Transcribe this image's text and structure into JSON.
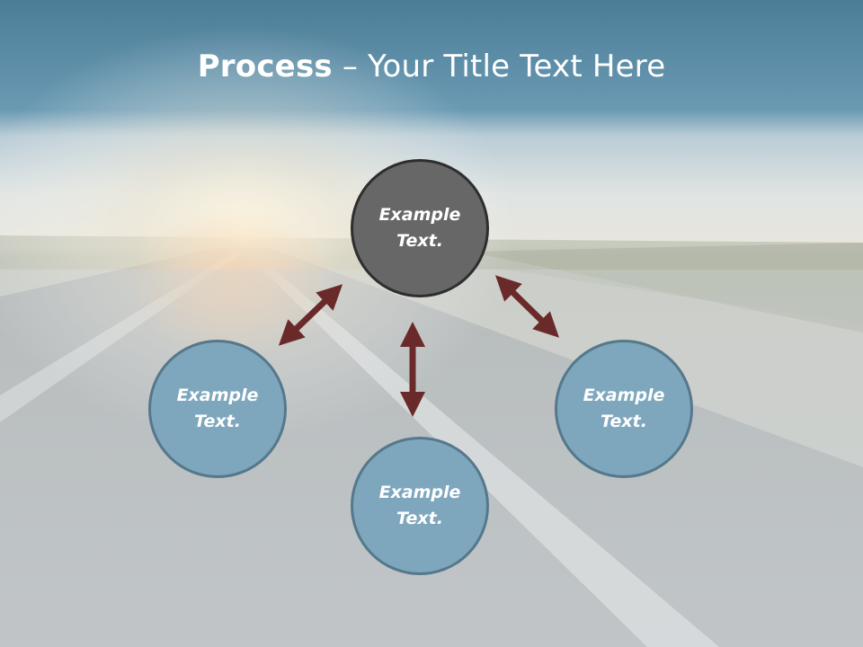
{
  "title": {
    "bold": "Process",
    "rest": " – Your Title Text Here"
  },
  "nodes": {
    "top": {
      "line1": "Example",
      "line2": "Text."
    },
    "left": {
      "line1": "Example",
      "line2": "Text."
    },
    "bottom": {
      "line1": "Example",
      "line2": "Text."
    },
    "right": {
      "line1": "Example",
      "line2": "Text."
    }
  },
  "colors": {
    "top_node_fill": "#676767",
    "blue_node_fill": "#7ea7bd",
    "arrow": "#6b2a2a",
    "title_band": "#5a8ba7"
  }
}
